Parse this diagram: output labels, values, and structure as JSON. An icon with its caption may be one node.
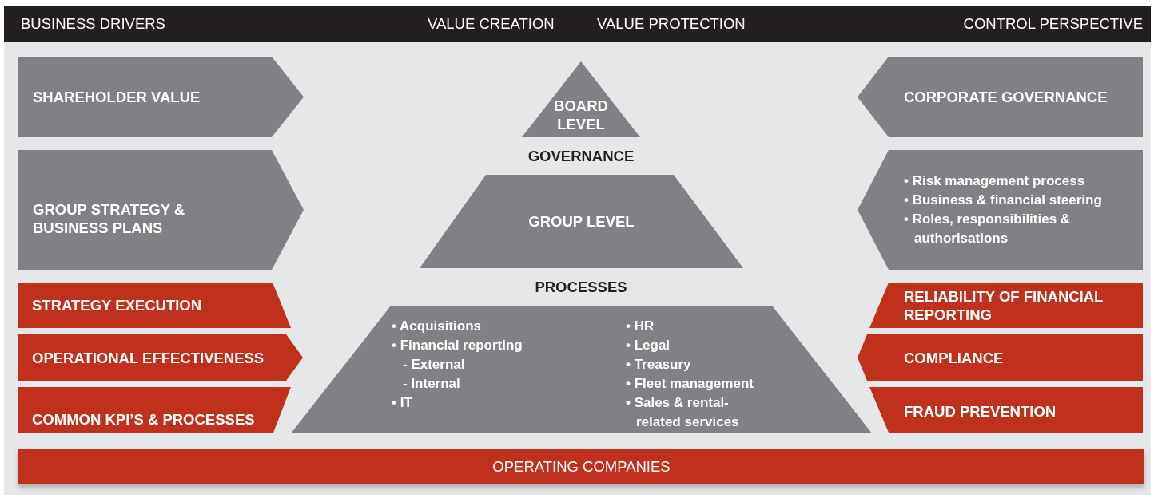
{
  "diagram": {
    "nodes": [
      {
        "text": [
          "SHAREHOLDER VALUE"
        ]
      },
      {
        "text": [
          "GROUP STRATEGY & BUSINESS PLANS"
        ]
      },
      {
        "text": [
          "STRATEGY EXECUTION"
        ]
      },
      {
        "text": [
          "OPERATIONAL EFFECTIVENESS"
        ]
      },
      {
        "text": [
          "COMMON KPI’S & PROCESSES"
        ]
      },
      {
        "text": [
          "BOARD LEVEL"
        ]
      },
      {
        "text": [
          "GROUP LEVEL"
        ]
      },
      {
        "text": [
          "• Acquisitions",
          "• Financial reporting",
          "- External",
          "- Internal",
          "• IT",
          "• HR",
          "• Legal",
          "• Treasury",
          "• Fleet management",
          "• Sales & rental-related services"
        ]
      },
      {
        "text": [
          "CORPORATE GOVERNANCE"
        ]
      },
      {
        "text": [
          "• Risk management process",
          "• Business & financial steering",
          "• Roles, responsibilities & authorisations"
        ]
      },
      {
        "text": [
          "RELIABILITY OF FINANCIAL REPORTING"
        ]
      },
      {
        "text": [
          "COMPLIANCE"
        ]
      },
      {
        "text": [
          "FRAUD PREVENTION"
        ]
      },
      {
        "text": [
          "OPERATING COMPANIES"
        ]
      }
    ],
    "labels": [
      "BUSINESS DRIVERS",
      "VALUE CREATION",
      "VALUE PROTECTION",
      "CONTROL PERSPECTIVE",
      "GOVERNANCE",
      "PROCESSES"
    ]
  }
}
